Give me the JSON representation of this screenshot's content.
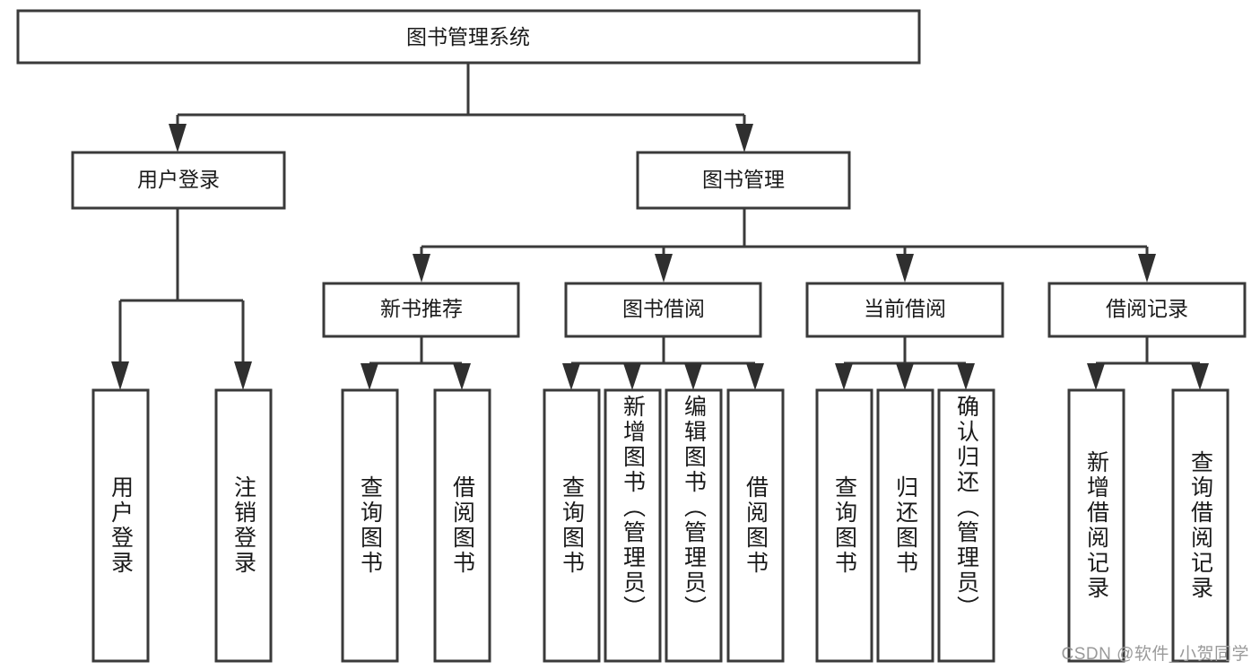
{
  "diagram": {
    "title": "图书管理系统",
    "type": "hierarchy-tree",
    "orientation": "top-down",
    "levels": 4,
    "root": {
      "id": "root",
      "label": "图书管理系统"
    },
    "level2": [
      {
        "id": "user-login",
        "label": "用户登录"
      },
      {
        "id": "book-manage",
        "label": "图书管理"
      }
    ],
    "level3": [
      {
        "id": "new-book-rec",
        "label": "新书推荐",
        "parent": "book-manage"
      },
      {
        "id": "book-borrow",
        "label": "图书借阅",
        "parent": "book-manage"
      },
      {
        "id": "current-borrow",
        "label": "当前借阅",
        "parent": "book-manage"
      },
      {
        "id": "borrow-record",
        "label": "借阅记录",
        "parent": "book-manage"
      }
    ],
    "leaves": [
      {
        "id": "leaf-user-login",
        "label": "用户登录",
        "parent": "user-login"
      },
      {
        "id": "leaf-user-logout",
        "label": "注销登录",
        "parent": "user-login"
      },
      {
        "id": "leaf-query-book-1",
        "label": "查询图书",
        "parent": "new-book-rec"
      },
      {
        "id": "leaf-borrow-book-1",
        "label": "借阅图书",
        "parent": "new-book-rec"
      },
      {
        "id": "leaf-query-book-2",
        "label": "查询图书",
        "parent": "book-borrow"
      },
      {
        "id": "leaf-add-book",
        "label": "新增图书（管理员）",
        "parent": "book-borrow"
      },
      {
        "id": "leaf-edit-book",
        "label": "编辑图书（管理员）",
        "parent": "book-borrow"
      },
      {
        "id": "leaf-borrow-book-2",
        "label": "借阅图书",
        "parent": "book-borrow"
      },
      {
        "id": "leaf-query-book-3",
        "label": "查询图书",
        "parent": "current-borrow"
      },
      {
        "id": "leaf-return-book",
        "label": "归还图书",
        "parent": "current-borrow"
      },
      {
        "id": "leaf-confirm-return",
        "label": "确认归还（管理员）",
        "parent": "current-borrow"
      },
      {
        "id": "leaf-add-record",
        "label": "新增借阅记录",
        "parent": "borrow-record"
      },
      {
        "id": "leaf-query-record",
        "label": "查询借阅记录",
        "parent": "borrow-record"
      }
    ]
  },
  "watermark": {
    "text": "CSDN @软件_小贺同学"
  },
  "colors": {
    "box_border": "#3a3a3a",
    "box_fill": "#ffffff",
    "connector": "#3a3a3a",
    "text": "#1a1a1a",
    "watermark": "#9a9a9a",
    "background": "#ffffff"
  }
}
